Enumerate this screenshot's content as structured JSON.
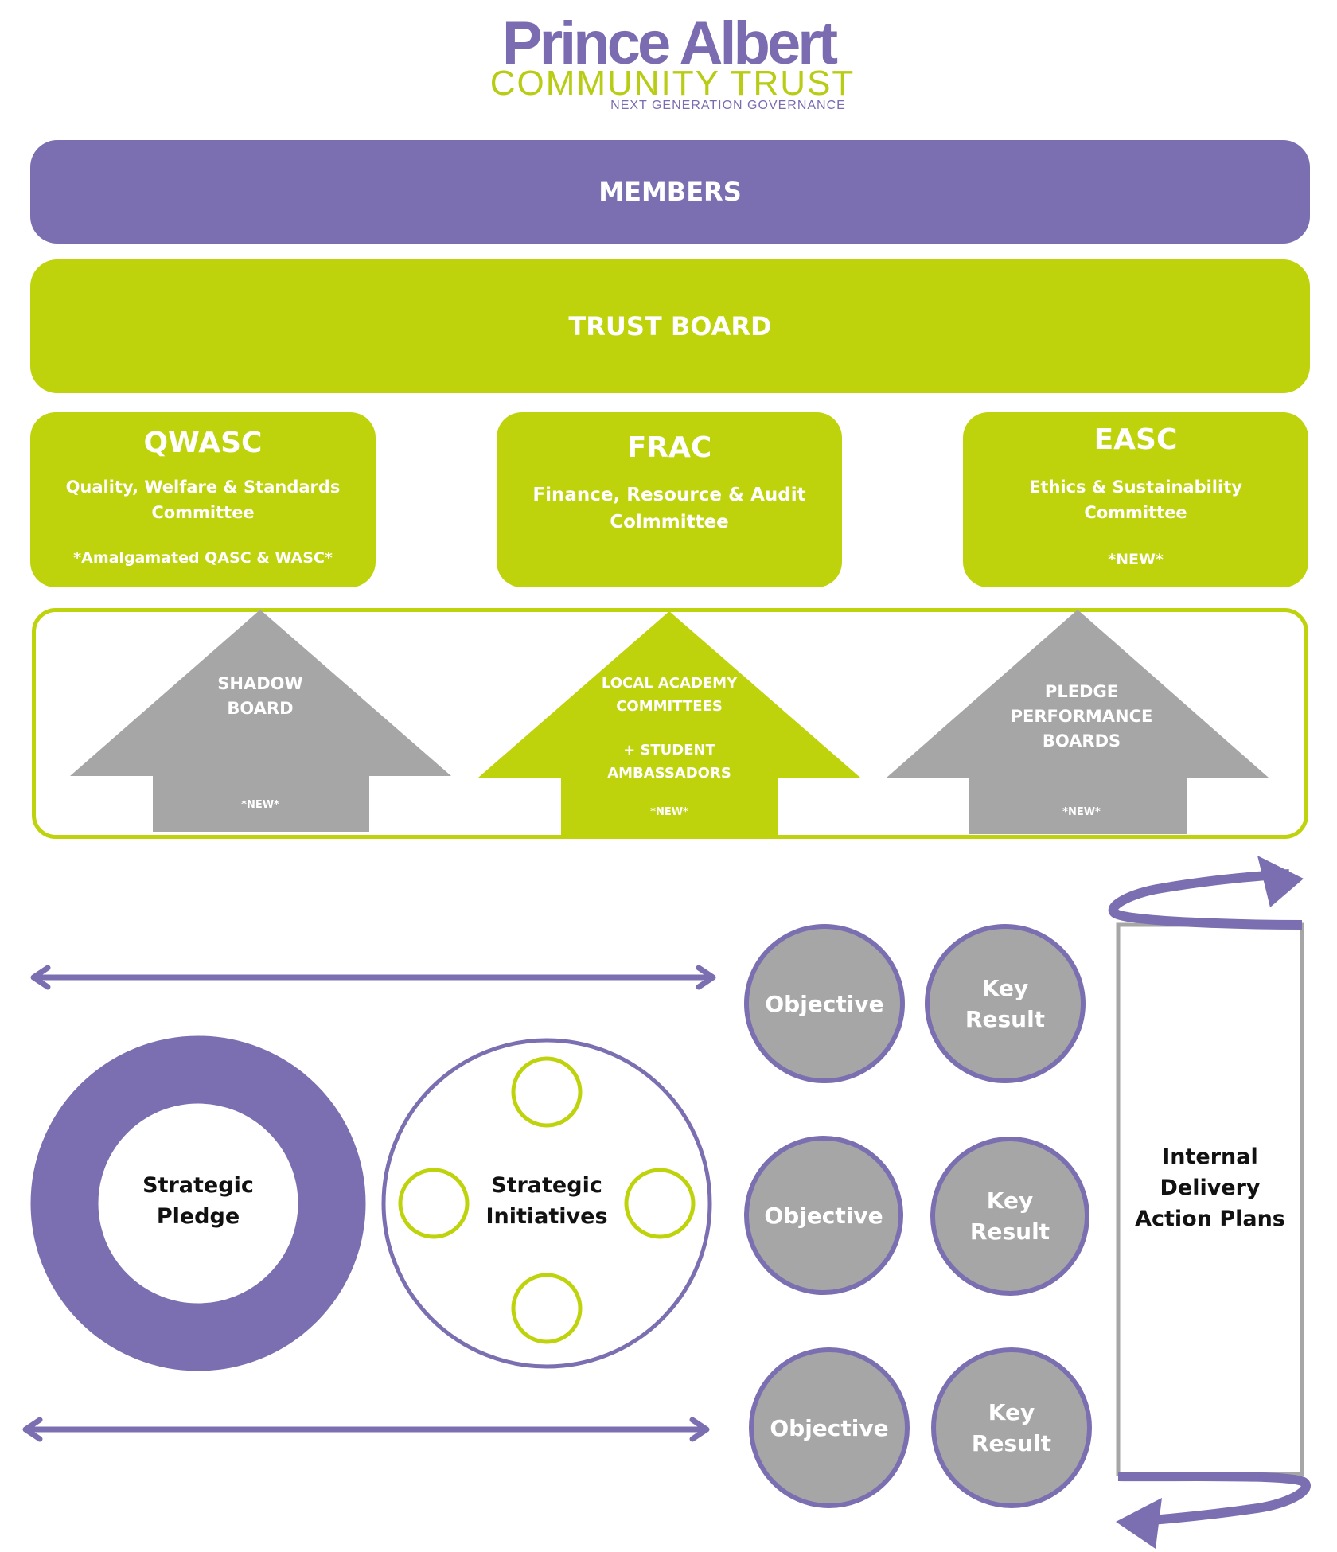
{
  "logo": {
    "name": "Prince Albert",
    "subtitle": "COMMUNITY TRUST",
    "tagline": "NEXT GENERATION GOVERNANCE"
  },
  "members": "MEMBERS",
  "trust_board": "TRUST BOARD",
  "committees": [
    {
      "title": "QWASC",
      "line1": "Quality, Welfare & Standards",
      "line2": "Committee",
      "note": "*Amalgamated QASC & WASC*"
    },
    {
      "title": "FRAC",
      "line1": "Finance, Resource & Audit",
      "line2": "Colmmittee",
      "note": ""
    },
    {
      "title": "EASC",
      "line1": "Ethics & Sustainability",
      "line2": "Committee",
      "note": "*NEW*"
    }
  ],
  "arrows": [
    {
      "line1": "SHADOW",
      "line2": "BOARD",
      "line3": "",
      "line4": "",
      "note": "*NEW*"
    },
    {
      "line1": "LOCAL ACADEMY",
      "line2": "COMMITTEES",
      "line3": "+ STUDENT",
      "line4": "AMBASSADORS",
      "note": "*NEW*"
    },
    {
      "line1": "PLEDGE",
      "line2": "PERFORMANCE",
      "line3": "BOARDS",
      "line4": "",
      "note": "*NEW*"
    }
  ],
  "strategic_pledge": {
    "line1": "Strategic",
    "line2": "Pledge"
  },
  "strategic_initiatives": {
    "line1": "Strategic",
    "line2": "Initiatives"
  },
  "objective_label": "Objective",
  "key_result": {
    "line1": "Key",
    "line2": "Result"
  },
  "internal_delivery": {
    "line1": "Internal",
    "line2": "Delivery",
    "line3": "Action Plans"
  },
  "colors": {
    "purple": "#7b6fb1",
    "lime": "#bed30c",
    "grey": "#a6a6a6"
  }
}
